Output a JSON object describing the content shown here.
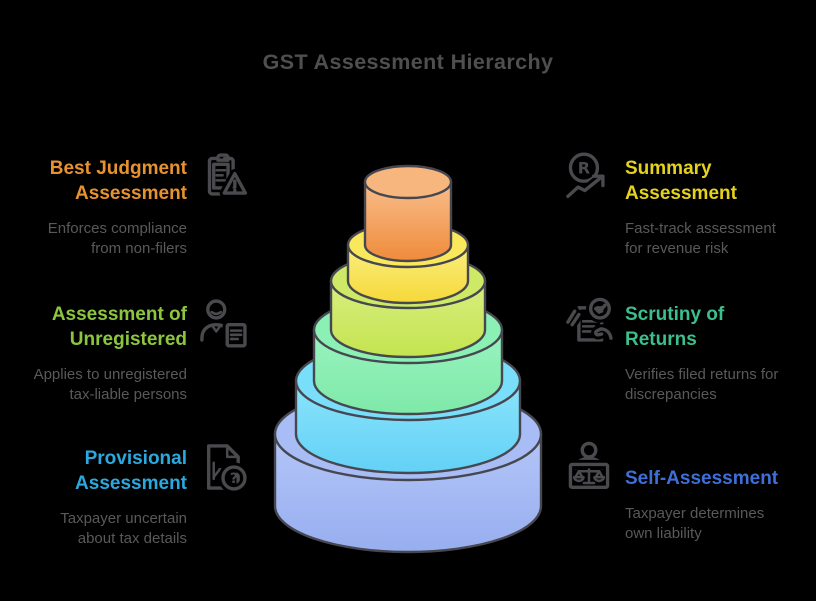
{
  "title": "GST Assessment Hierarchy",
  "colors": {
    "background": "#000000",
    "title_text": "#4F4F4F",
    "description_text": "#59595B",
    "icon_stroke": "#4A4A4E",
    "cake_outline": "#474750"
  },
  "icon_glyphs": {
    "rupee": "R",
    "question": "?"
  },
  "callouts": {
    "left": [
      {
        "heading_line1": "Best Judgment",
        "heading_line2": "Assessment",
        "desc_line1": "Enforces compliance",
        "desc_line2": "from non-filers",
        "color": "#E8922F",
        "icon": "clipboard-warning"
      },
      {
        "heading_line1": "Assessment of",
        "heading_line2": "Unregistered",
        "desc_line1": "Applies to unregistered",
        "desc_line2": "tax-liable persons",
        "color": "#8CC63F",
        "icon": "person-document"
      },
      {
        "heading_line1": "Provisional",
        "heading_line2": "Assessment",
        "desc_line1": "Taxpayer uncertain",
        "desc_line2": "about tax details",
        "color": "#2BA9DE",
        "icon": "chart-question"
      }
    ],
    "right": [
      {
        "heading_line1": "Summary",
        "heading_line2": "Assessment",
        "desc_line1": "Fast-track assessment",
        "desc_line2": "for revenue risk",
        "color": "#E4D21D",
        "icon": "rupee-growth"
      },
      {
        "heading_line1": "Scrutiny of",
        "heading_line2": "Returns",
        "desc_line1": "Verifies filed returns for",
        "desc_line2": "discrepancies",
        "color": "#3CBE8D",
        "icon": "document-check"
      },
      {
        "heading_line1": "Self-Assessment",
        "heading_line2": "",
        "desc_line1": "Taxpayer determines",
        "desc_line2": "own liability",
        "color": "#3E6FD9",
        "icon": "person-scale"
      }
    ]
  },
  "pyramid": {
    "layers": [
      {
        "rank": 1,
        "label": "Best Judgment Assessment",
        "top_color": "#F7B67E",
        "body_top": "#F9BE8C",
        "body_bottom": "#EF8B3A"
      },
      {
        "rank": 2,
        "label": "Summary Assessment",
        "top_color": "#F9E75C",
        "body_top": "#FAEF80",
        "body_bottom": "#F6D839"
      },
      {
        "rank": 3,
        "label": "Assessment of Unregistered",
        "top_color": "#CDE965",
        "body_top": "#D8EE80",
        "body_bottom": "#C4E44F"
      },
      {
        "rank": 4,
        "label": "Scrutiny of Returns",
        "top_color": "#8AF0B3",
        "body_top": "#99F3C0",
        "body_bottom": "#7EE9A8"
      },
      {
        "rank": 5,
        "label": "Provisional Assessment",
        "top_color": "#79DEF9",
        "body_top": "#8BE4FB",
        "body_bottom": "#63D1F6"
      },
      {
        "rank": 6,
        "label": "Self-Assessment",
        "top_color": "#A8BCF5",
        "body_top": "#B4C6F8",
        "body_bottom": "#97AEF0"
      }
    ]
  }
}
